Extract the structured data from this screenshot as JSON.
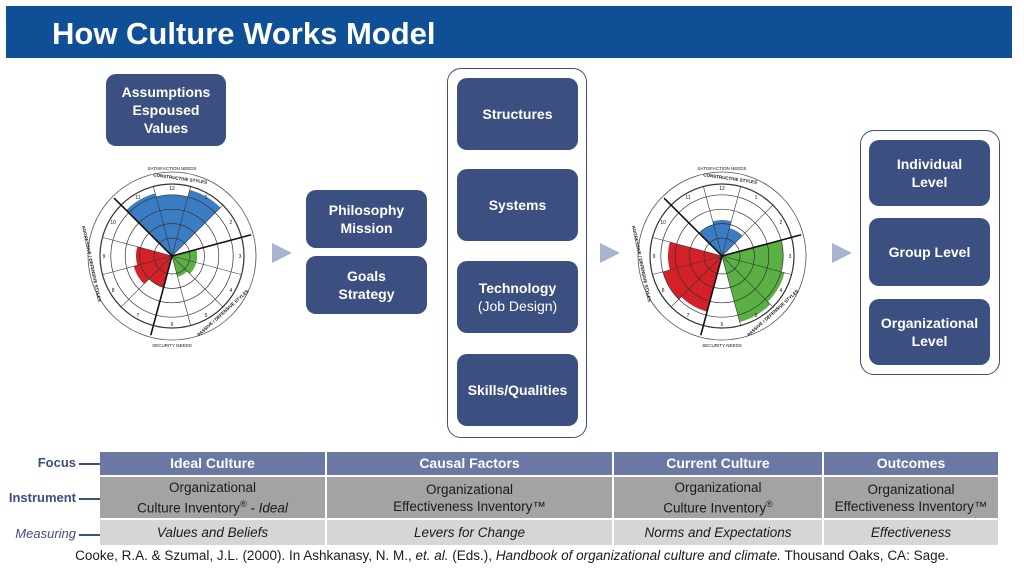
{
  "header": {
    "title": "How Culture Works Model"
  },
  "left_box": {
    "lines": [
      "Assumptions",
      "Espoused",
      "Values"
    ]
  },
  "philosophy_box": {
    "lines": [
      "Philosophy",
      "Mission"
    ]
  },
  "goals_box": {
    "lines": [
      "Goals",
      "Strategy"
    ]
  },
  "causal_boxes": [
    {
      "label": "Structures",
      "sub": ""
    },
    {
      "label": "Systems",
      "sub": ""
    },
    {
      "label": "Technology",
      "sub": "(Job Design)"
    },
    {
      "label": "Skills/Qualities",
      "sub": ""
    }
  ],
  "outcome_boxes": [
    {
      "lines": [
        "Individual",
        "Level"
      ]
    },
    {
      "lines": [
        "Group Level"
      ]
    },
    {
      "lines": [
        "Organizational",
        "Level"
      ]
    }
  ],
  "circumplex": {
    "top_label": "SATISFACTION NEEDS",
    "bottom_label": "SECURITY NEEDS",
    "constructive": "CONSTRUCTIVE STYLES",
    "passive": "PASSIVE / DEFENSIVE STYLES",
    "aggressive": "AGGRESSIVE / DEFENSIVE STYLES",
    "numbers": [
      "12",
      "1",
      "2",
      "3",
      "4",
      "5",
      "6",
      "7",
      "8",
      "9",
      "10",
      "11"
    ],
    "ideal_profile": {
      "blue": [
        0.9,
        0.85,
        0.95
      ],
      "green": [
        0.35,
        0.35,
        0.3
      ],
      "red": [
        0.45,
        0.55,
        0.5
      ]
    },
    "current_profile": {
      "blue": [
        0.45,
        0.5,
        0.4
      ],
      "green": [
        0.85,
        0.9,
        0.95
      ],
      "red": [
        0.8,
        0.85,
        0.75
      ]
    },
    "colors": {
      "constructive": "#3b7dc4",
      "passive": "#5ab043",
      "aggressive": "#d42128"
    }
  },
  "table": {
    "row_labels": {
      "focus": "Focus",
      "instrument": "Instrument",
      "measuring": "Measuring"
    },
    "focus": [
      "Ideal Culture",
      "Causal Factors",
      "Current Culture",
      "Outcomes"
    ],
    "instrument": [
      {
        "line1": "Organizational",
        "line2": "Culture Inventory",
        "sup": "®",
        "suffix": " - Ideal"
      },
      {
        "line1": "Organizational",
        "line2": "Effectiveness Inventory",
        "sup": "™",
        "suffix": ""
      },
      {
        "line1": "Organizational",
        "line2": "Culture Inventory",
        "sup": "®",
        "suffix": ""
      },
      {
        "line1": "Organizational",
        "line2": "Effectiveness Inventory",
        "sup": "™",
        "suffix": ""
      }
    ],
    "measuring": [
      "Values and Beliefs",
      "Levers for Change",
      "Norms and Expectations",
      "Effectiveness"
    ]
  },
  "citation": {
    "part1": "Cooke, R.A. & Szumal, J.L. (2000). In Ashkanasy, N. M., ",
    "etal": "et. al.",
    "part2": " (Eds.), ",
    "book": "Handbook of organizational culture and climate.",
    "part3": " Thousand Oaks, CA: Sage."
  }
}
